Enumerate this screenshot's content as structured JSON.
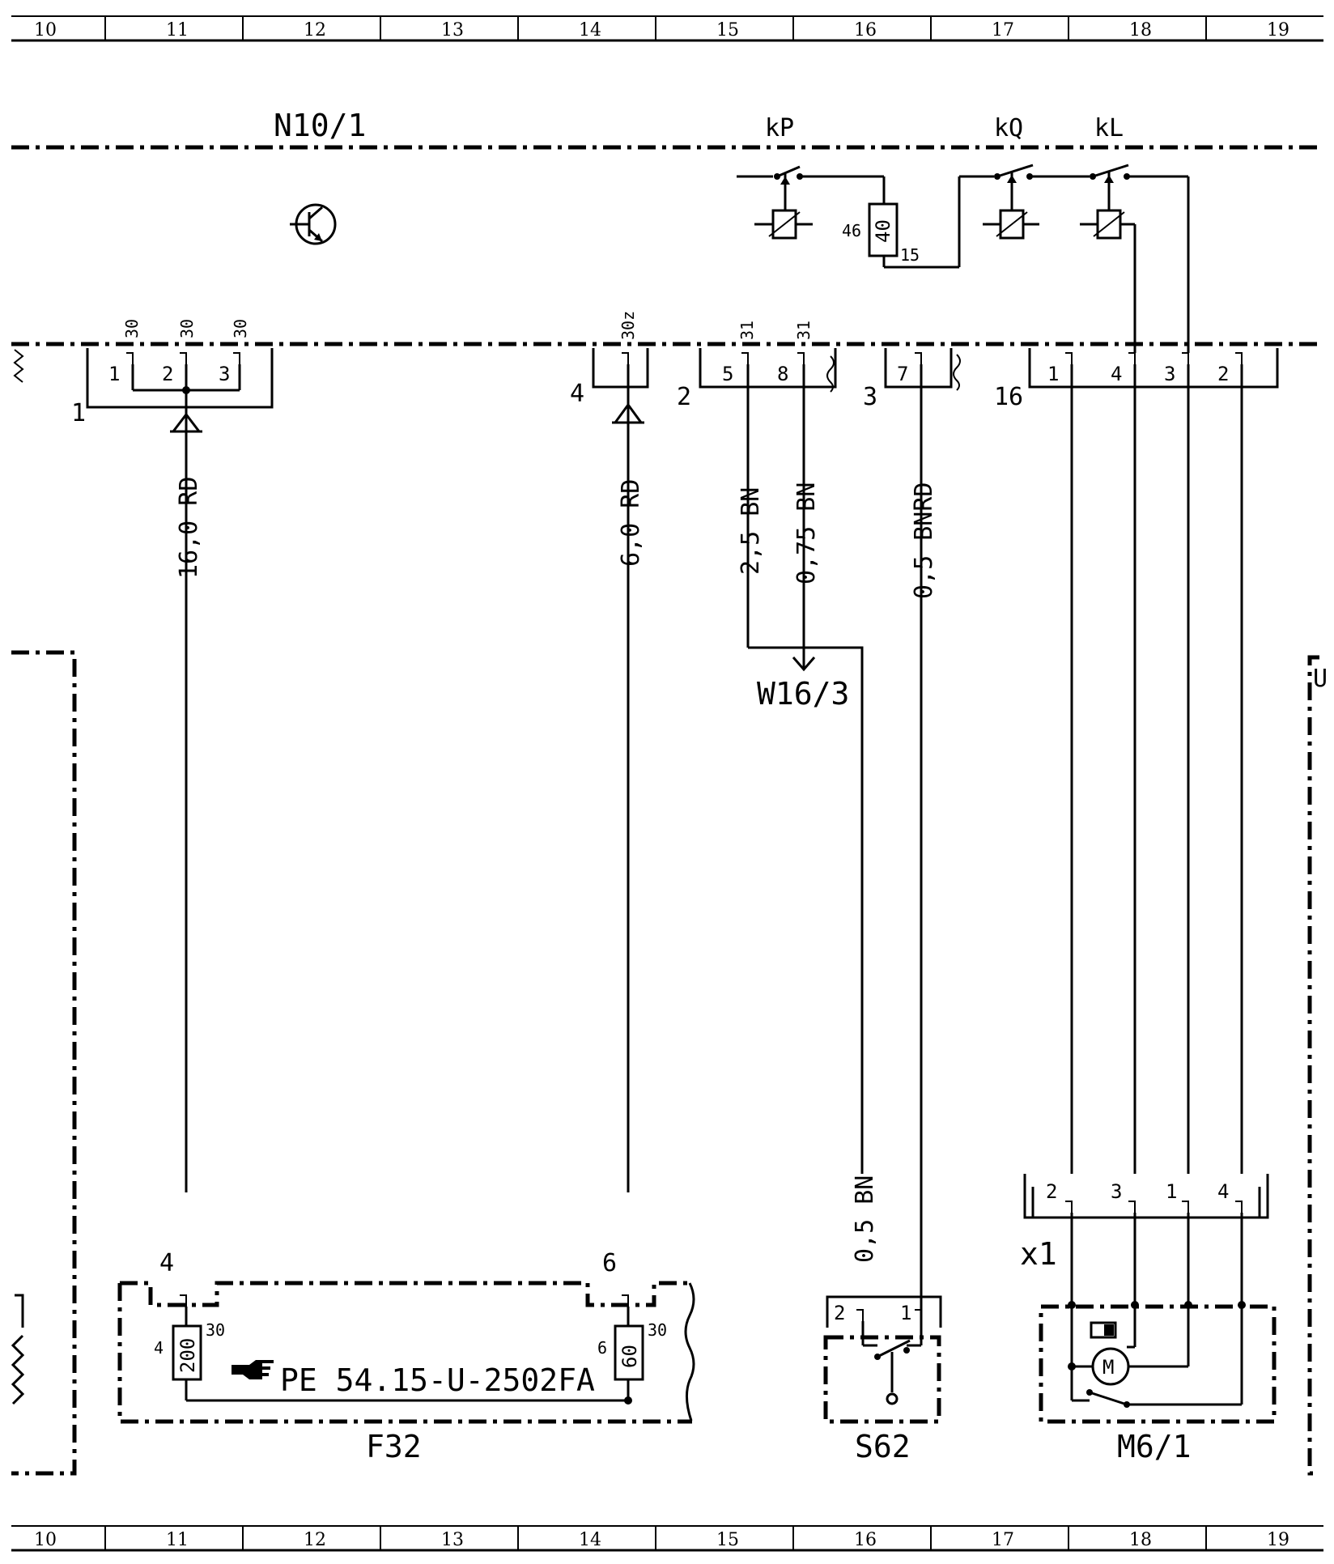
{
  "grid": [
    "10",
    "11",
    "12",
    "13",
    "14",
    "15",
    "16",
    "17",
    "18",
    "19"
  ],
  "components": {
    "n10_1": "N10/1",
    "kp": "kP",
    "kq": "kQ",
    "kl": "kL",
    "w16_3": "W16/3",
    "f32": "F32",
    "s62": "S62",
    "m6_1": "M6/1",
    "x1": "x1",
    "u_edge": "U"
  },
  "fuse_relay": {
    "id": "40",
    "pin_left": "46",
    "pin_right": "15"
  },
  "connectors": {
    "c1": {
      "number": "1",
      "pins": [
        "1",
        "2",
        "3"
      ],
      "terminals": [
        "30",
        "30",
        "30"
      ]
    },
    "c4": {
      "number": "4",
      "terminal": "30z"
    },
    "c2": {
      "number": "2",
      "pins": [
        "5",
        "8"
      ],
      "terminals": [
        "31",
        "31"
      ]
    },
    "c3": {
      "number": "3",
      "pin": "7"
    },
    "c16": {
      "number": "16",
      "pins": [
        "1",
        "4",
        "3",
        "2"
      ]
    },
    "x1": {
      "pins": [
        "2",
        "3",
        "1",
        "4"
      ]
    }
  },
  "wires": {
    "w1": "16,0 RD",
    "w2": "6,0 RD",
    "w3": "2,5 BN",
    "w4": "0,75 BN",
    "w5": "0,5 BNRD",
    "w6": "0,5 BN"
  },
  "f32_box": {
    "pin_left": "4",
    "pin_right": "6",
    "fuse_left": "200",
    "fuse_right": "60",
    "fuse_left_pin": "4",
    "fuse_right_pin": "6",
    "t_left": "30",
    "t_right": "30",
    "reference": "PE 54.15-U-2502FA"
  },
  "s62_box": {
    "pin_left": "2",
    "pin_right": "1"
  },
  "m6_box": {
    "motor": "M"
  }
}
